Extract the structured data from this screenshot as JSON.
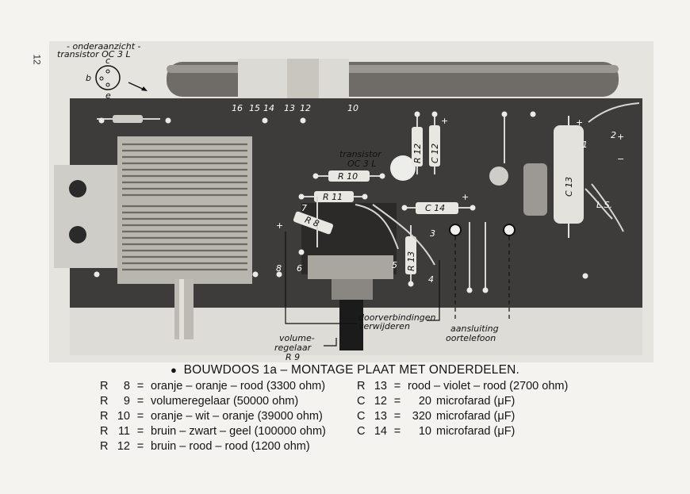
{
  "page_number": "12",
  "annotations": {
    "underside_title": "- onderaanzicht -",
    "underside_transistor": "transistor OC 3 L",
    "pin_c": "c",
    "pin_b": "b",
    "pin_e": "e",
    "board_transistor_line1": "transistor",
    "board_transistor_line2": "OC 3 L",
    "volume_line1": "volume-",
    "volume_line2": "regelaar",
    "volume_line3": "R 9",
    "bridges_line1": "doorverbindingen",
    "bridges_line2": "verwijderen",
    "phone_line1": "aansluiting",
    "phone_line2": "oortelefoon",
    "ls_label": "L.S.",
    "plus_sign": "+",
    "minus_sign": "−"
  },
  "board_labels": {
    "r10": "R 10",
    "r11": "R 11",
    "r8": "R 8",
    "r12": "R 12",
    "r13": "R 13",
    "c12": "C 12",
    "c13": "C 13",
    "c14": "C 14",
    "t16": "16",
    "t15": "15",
    "t14": "14",
    "t13": "13",
    "t12": "12",
    "t10": "10",
    "t1": "1",
    "t2": "2",
    "t3": "3",
    "t4": "4",
    "t5": "5",
    "t6": "6",
    "t7": "7",
    "t8": "8"
  },
  "caption": {
    "bullet": "●",
    "text": "BOUWDOOS 1a – MONTAGE PLAAT MET ONDERDELEN."
  },
  "parts_left": [
    {
      "code": "R",
      "num": "8",
      "eq": "=",
      "value": "oranje – oranje – rood (3300 ohm)"
    },
    {
      "code": "R",
      "num": "9",
      "eq": "=",
      "value": "volumeregelaar (50000 ohm)"
    },
    {
      "code": "R",
      "num": "10",
      "eq": "=",
      "value": "oranje – wit – oranje (39000 ohm)"
    },
    {
      "code": "R",
      "num": "11",
      "eq": "=",
      "value": "bruin – zwart – geel (100000 ohm)"
    },
    {
      "code": "R",
      "num": "12",
      "eq": "=",
      "value": "bruin – rood – rood (1200 ohm)"
    }
  ],
  "parts_right": [
    {
      "code": "R",
      "num": "13",
      "eq": "=",
      "amount": "",
      "value": "rood – violet – rood (2700 ohm)"
    },
    {
      "code": "C",
      "num": "12",
      "eq": "=",
      "amount": "20",
      "value": "microfarad (μF)"
    },
    {
      "code": "C",
      "num": "13",
      "eq": "=",
      "amount": "320",
      "value": "microfarad (μF)"
    },
    {
      "code": "C",
      "num": "14",
      "eq": "=",
      "amount": "10",
      "value": "microfarad (μF)"
    }
  ]
}
